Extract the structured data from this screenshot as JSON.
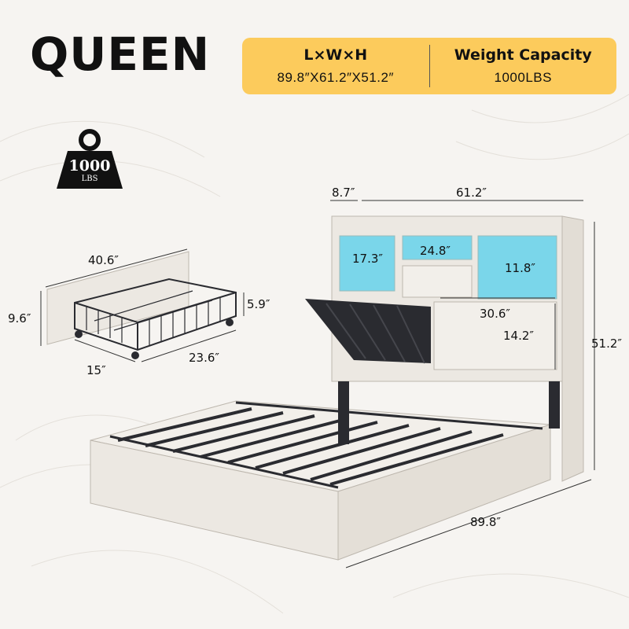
{
  "title": "QUEEN",
  "colors": {
    "banner": "#fccb5c",
    "background": "#f6f4f1",
    "wood": "#ece8e2",
    "metal": "#2a2b30",
    "led": "#7ad6ea"
  },
  "specs": {
    "dims_header": "L×W×H",
    "dims_value": "89.8″X61.2″X51.2″",
    "weight_header": "Weight Capacity",
    "weight_value": "1000LBS"
  },
  "weight_icon": {
    "number": "1000",
    "unit": "LBS",
    "icon": "kettlebell-weight-icon"
  },
  "drawer": {
    "length": "40.6″",
    "panel_height": "9.6″",
    "basket_height": "5.9″",
    "width": "15″",
    "depth": "23.6″"
  },
  "bed": {
    "shelf_depth": "8.7″",
    "width": "61.2″",
    "cubby_width_left": "17.3″",
    "cubby_width_top": "24.8″",
    "cubby_height": "11.8″",
    "open_shelf_width": "30.6″",
    "open_shelf_height": "14.2″",
    "height": "51.2″",
    "length": "89.8″"
  }
}
